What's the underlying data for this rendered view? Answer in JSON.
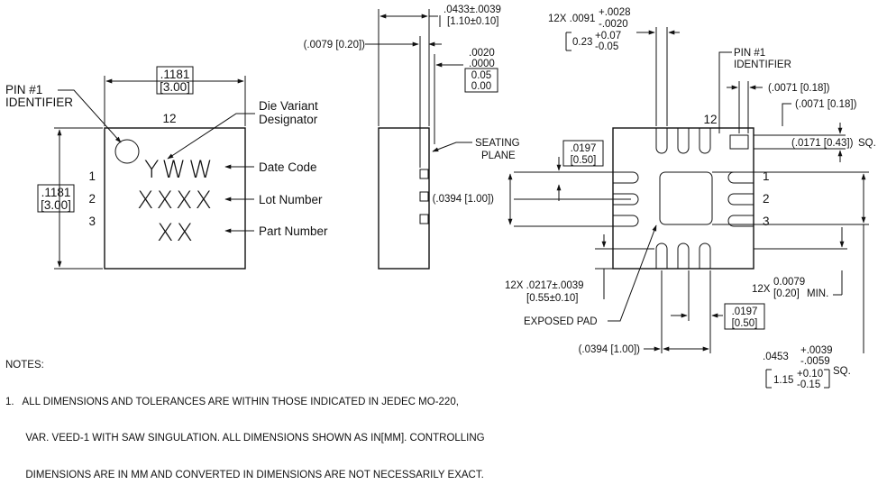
{
  "top_view": {
    "pin1_label": [
      "PIN #1",
      "IDENTIFIER"
    ],
    "width_dim": [
      ".1181",
      "[3.00]"
    ],
    "height_dim": [
      ".1181",
      "[3.00]"
    ],
    "pin_top": "12",
    "pins_left": [
      "1",
      "2",
      "3"
    ],
    "marking_rows": [
      "YWW",
      "XXXX",
      "XX"
    ],
    "die_variant_label": [
      "Die Variant",
      "Designator"
    ],
    "row_labels": [
      "Date Code",
      "Lot Number",
      "Part Number"
    ]
  },
  "side_view": {
    "thickness_dim": [
      ".0433±.0039",
      "[1.10±0.10]"
    ],
    "lead_dim": "(.0079 [0.20])",
    "standoff_dim": [
      ".0020",
      ".0000",
      "0.05",
      "0.00"
    ],
    "seating_plane_label": [
      "SEATING",
      "PLANE"
    ]
  },
  "bottom_view": {
    "lead_width_dim": [
      "12X .0091",
      "+.0028",
      "-.0020",
      "0.23",
      "+0.07",
      "-0.05"
    ],
    "pin1_label": [
      "PIN #1",
      "IDENTIFIER"
    ],
    "pin_id_dim_1": "(.0071 [0.18])",
    "pin_id_dim_2": "(.0071 [0.18])",
    "pin_id_sq": "(.0171 [0.43])",
    "sq_suffix": "SQ.",
    "pin_top": "12",
    "pins_right": [
      "1",
      "2",
      "3"
    ],
    "pitch_dim": [
      ".0197",
      "[0.50]"
    ],
    "span_dim": "(.0394 [1.00])",
    "lead_length_dim": [
      "12X .0217±.0039",
      "[0.55±0.10]"
    ],
    "min_gap_dim": [
      "12X",
      "0.0079",
      "[0.20]",
      "MIN."
    ],
    "exposed_pad_label": "EXPOSED PAD",
    "pitch_dim_bottom": [
      ".0197",
      "[0.50]"
    ],
    "span_dim_bottom": "(.0394 [1.00])",
    "pad_size_dim": [
      ".0453",
      "+.0039",
      "-.0059",
      "1.15",
      "+0.10",
      "-0.15",
      "SQ."
    ]
  },
  "notes": {
    "heading": "NOTES:",
    "lines": [
      "1.   ALL DIMENSIONS AND TOLERANCES ARE WITHIN THOSE INDICATED IN JEDEC MO-220,",
      "       VAR. VEED-1 WITH SAW SINGULATION. ALL DIMENSIONS SHOWN AS in[mm]. CONTROLLING",
      "       DIMENSIONS ARE IN mm AND CONVERTED in DIMENSIONS ARE NOT NECESSARILY EXACT."
    ]
  }
}
